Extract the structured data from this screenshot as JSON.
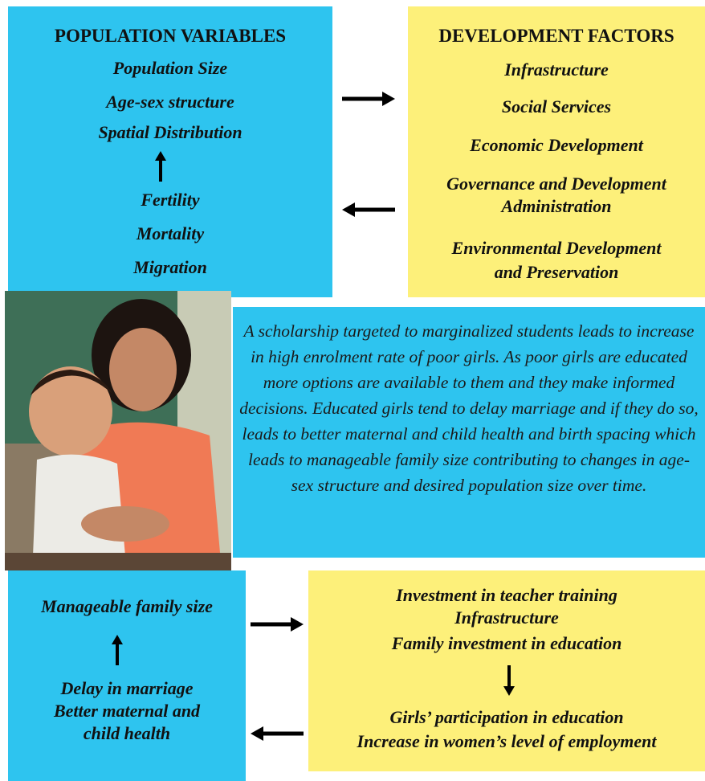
{
  "population_variables": {
    "title": "POPULATION VARIABLES",
    "items": [
      "Population Size",
      "Age-sex structure",
      "Spatial Distribution"
    ],
    "determinants": [
      "Fertility",
      "Mortality",
      "Migration"
    ]
  },
  "development_factors": {
    "title": "DEVELOPMENT FACTORS",
    "items": [
      "Infrastructure",
      "Social Services",
      "Economic Development",
      "Governance and Development",
      "Administration",
      "Environmental Development",
      "and Preservation"
    ]
  },
  "scholarship_text": "A scholarship targeted to marginalized students leads to increase in high enrolment rate of poor girls.  As poor girls are educated more options are available to them and they make informed decisions. Educated girls tend to delay marriage and if they do so, leads to better maternal and child health and birth spacing which leads to manageable family size contributing to changes in age-sex structure and desired population size over time.",
  "outcomes": {
    "top": "Manageable family size",
    "bottom": [
      "Delay in marriage",
      "Better maternal and",
      "child health"
    ]
  },
  "investments": {
    "top": [
      "Investment in teacher training",
      "Infrastructure",
      "Family investment in education"
    ],
    "bottom": [
      "Girls’ participation in education",
      "Increase in women’s level of employment"
    ]
  },
  "colors": {
    "blue": "#2ec4ef",
    "yellow": "#fdf07a",
    "arrow": "#000000"
  },
  "photo": {
    "subject": "young woman holding a child"
  }
}
